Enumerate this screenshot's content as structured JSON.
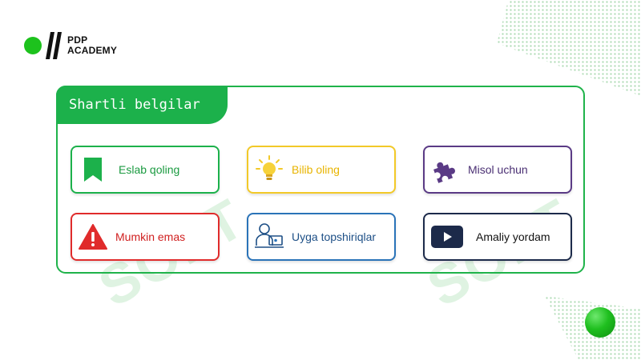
{
  "brand": {
    "line1": "PDP",
    "line2": "ACADEMY",
    "dot_color": "#1dc21d"
  },
  "watermark_text": "SOFT",
  "panel": {
    "title": "Shartli belgilar",
    "accent_color": "#1cb14b"
  },
  "cards": [
    {
      "label": "Eslab qoling",
      "icon": "bookmark-icon",
      "color": "#1cb14b",
      "text_color": "#1a9a40"
    },
    {
      "label": "Bilib oling",
      "icon": "lightbulb-icon",
      "color": "#f2c928",
      "text_color": "#e8b400"
    },
    {
      "label": "Misol uchun",
      "icon": "puzzle-icon",
      "color": "#5a3a85",
      "text_color": "#4a2f73"
    },
    {
      "label": "Mumkin emas",
      "icon": "warning-icon",
      "color": "#e02b2b",
      "text_color": "#d01f1f"
    },
    {
      "label": "Uyga topshiriqlar",
      "icon": "student-laptop-icon",
      "color": "#2a73b8",
      "text_color": "#1d4f86"
    },
    {
      "label": "Amaliy yordam",
      "icon": "video-play-icon",
      "color": "#1c2a4a",
      "text_color": "#111111"
    }
  ]
}
